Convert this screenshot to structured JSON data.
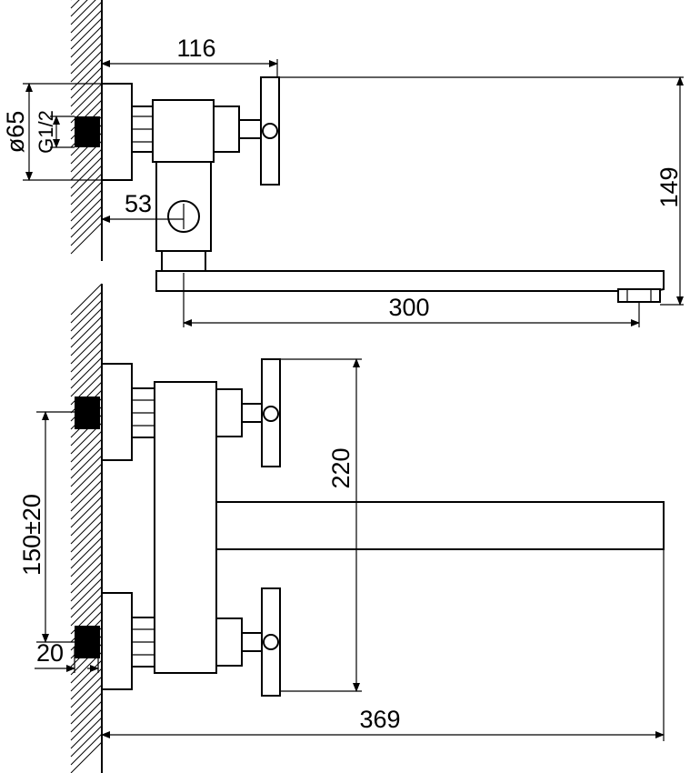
{
  "dimensions": {
    "top_width": "116",
    "flange_diameter": "ø65",
    "thread": "G1/2",
    "outlet_offset": "53",
    "height": "149",
    "spout_reach": "300",
    "total_height": "220",
    "inlet_spacing": "150±20",
    "thread_length": "20",
    "total_depth": "369"
  },
  "colors": {
    "line": "#000000",
    "background": "#ffffff"
  }
}
